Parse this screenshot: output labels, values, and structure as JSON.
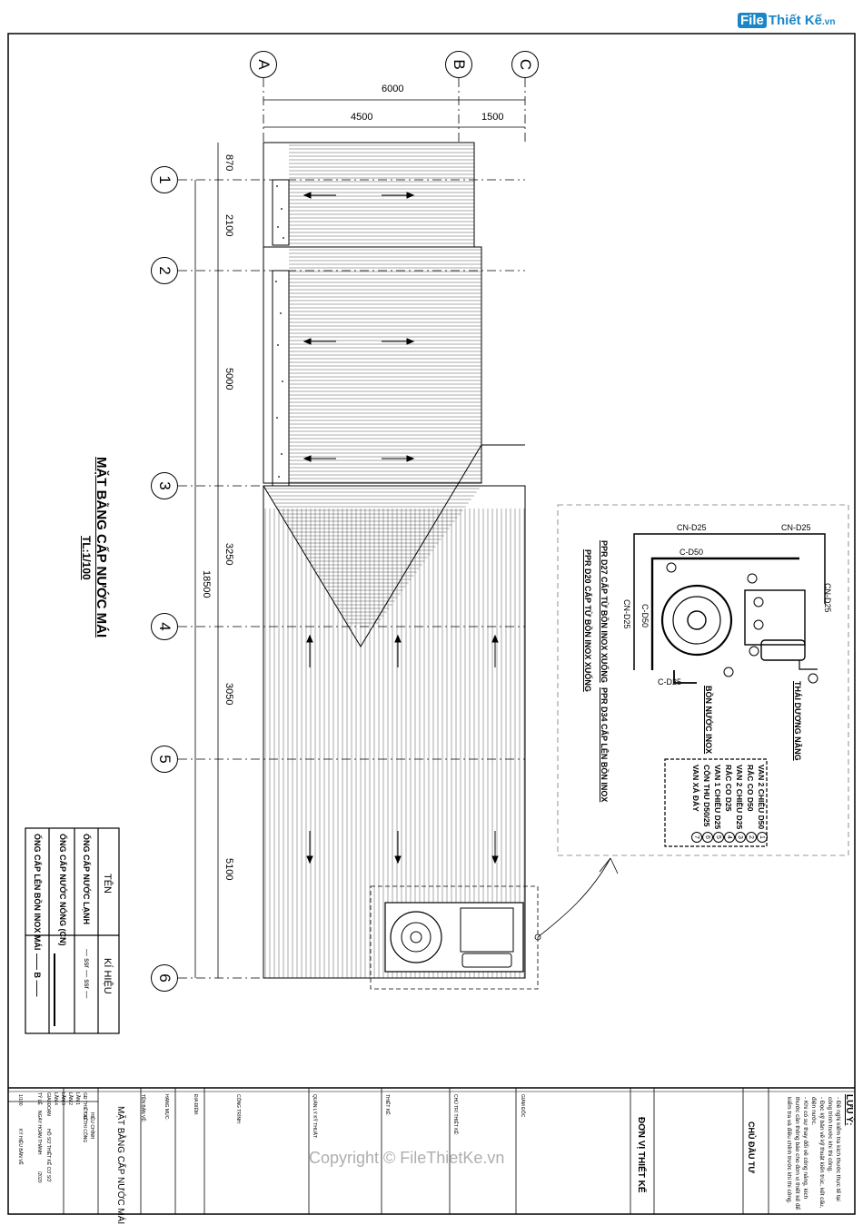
{
  "brand": {
    "logo_mark": "File",
    "logo_text": "Thiết Kế",
    "logo_domain": ".vn"
  },
  "watermark": "Copyright © FileThietKe.vn",
  "drawing": {
    "title": "MẶT BẰNG CẤP NƯỚC MÁI",
    "scale": "TL:1/100",
    "grid_cols": [
      "A",
      "B",
      "C"
    ],
    "grid_rows": [
      "1",
      "2",
      "3",
      "4",
      "5",
      "6"
    ],
    "dims_top": {
      "total": "6000",
      "ab": "4500",
      "bc": "1500"
    },
    "dims_side": [
      "870",
      "2100",
      "5000",
      "3250",
      "3050",
      "5100"
    ],
    "dim_total_side": "18500"
  },
  "detail": {
    "pipes": [
      "CN-D25",
      "CN-D25",
      "C-D50",
      "CN-D25",
      "C-D50",
      "CN-D25",
      "C-D25"
    ],
    "labels": {
      "ppr27": "PPR D27 CẤP TỪ BỒN INOX XUỐNG",
      "ppr20": "PPR D20 CẤP TỪ BỒN INOX XUỐNG",
      "ppr34": "PPR D34 CẤP LÊN BỒN INOX",
      "tank": "BỒN NƯỚC INOX",
      "solar": "THÁI DƯƠNG NĂNG"
    },
    "legend": [
      {
        "no": "1",
        "text": "VAN 2 CHIỀU D50"
      },
      {
        "no": "2",
        "text": "RẮC CO D50"
      },
      {
        "no": "3",
        "text": "VAN 2 CHIỀU D25"
      },
      {
        "no": "4",
        "text": "RẮC CO D25"
      },
      {
        "no": "5",
        "text": "VAN 1 CHIỀU D25"
      },
      {
        "no": "6",
        "text": "CÔN THU D50/25"
      },
      {
        "no": "7",
        "text": "VAN XẢ ĐÁY"
      }
    ]
  },
  "symbol_table": {
    "headers": {
      "name": "TÊN",
      "symbol": "KÍ HIỆU"
    },
    "rows": [
      {
        "name": "ỐNG CẤP NƯỚC LẠNH",
        "symbol": "— ssr — ssr —"
      },
      {
        "name": "ỐNG CẤP NƯỚC NÓNG (CN)",
        "symbol": ""
      },
      {
        "name": "ỐNG CẤP LÊN BỒN INOX MÁI",
        "symbol": "—— B ——"
      }
    ]
  },
  "notes": {
    "heading": "LƯU Ý:",
    "lines": [
      "- Đề nghị kiểm tra kích thước thực tế tại",
      "công trình trước khi thi công.",
      "- Đọc kỹ bản vẽ kỹ thuật kiến trúc, kết cấu,",
      "điện nước.",
      "- Khi có sự thay đổi về công năng, kích",
      "thước cần thông báo cho đơn vị thiết kế để",
      "kiểm tra và điều chỉnh trước khi thi công."
    ]
  },
  "title_block": {
    "owner": "CHỦ ĐẦU TƯ",
    "designer_unit": "ĐƠN VỊ THIẾT KẾ",
    "director": "GIÁM ĐỐC",
    "lead": "CHỦ TRÌ THIẾT KẾ:",
    "design": "THIẾT KẾ:",
    "qc": "QUẢN LÝ KỸ THUẬT:",
    "project": "CÔNG TRÌNH:",
    "location": "ĐỊA ĐIỂM:",
    "item": "HẠNG MỤC:",
    "sheet_name_label": "TÊN BẢN VẼ:",
    "sheet_name": "MẶT BẰNG CẤP NƯỚC MÁI",
    "stage_header": "GĐ THIẾT KẾ",
    "rev_header": "HIỆU CHỈNH",
    "construct": "GĐ THI CÔNG",
    "revisions": [
      "LẦN 1",
      "LẦN 2",
      "LẦN 3",
      "LẦN 4"
    ],
    "phase": "GIAI ĐOẠN",
    "basic": "HỒ SƠ THIẾT KẾ CƠ SỞ",
    "scale_label": "TỶ LỆ",
    "scale": "1/100",
    "date_label": "NGÀY HOÀN THÀNH",
    "date": "/2020",
    "code_label": "KÝ HIỆU BẢN VẼ"
  }
}
